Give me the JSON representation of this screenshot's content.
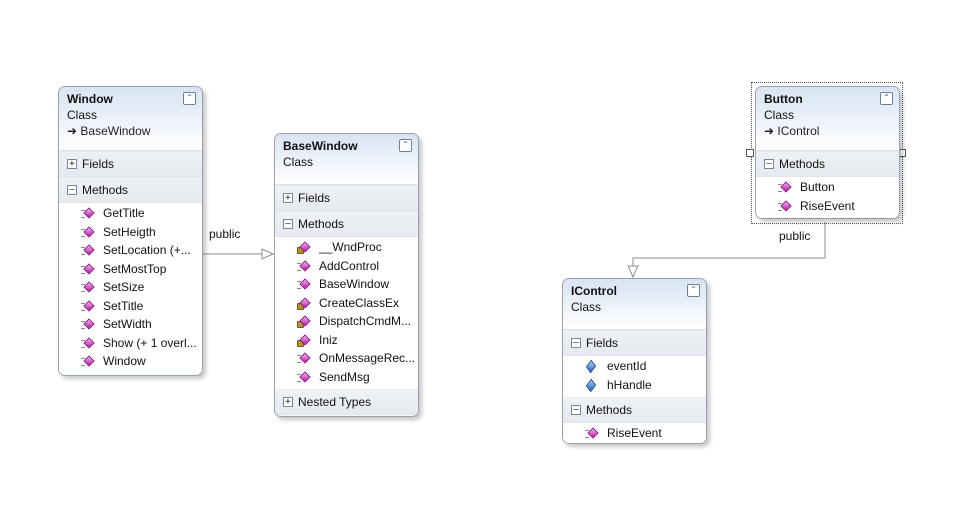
{
  "classes": {
    "window": {
      "name": "Window",
      "kind": "Class",
      "base": "BaseWindow",
      "sections": {
        "fields": "Fields",
        "methods": "Methods"
      },
      "methods": [
        "GetTitle",
        "SetHeigth",
        "SetLocation (+...",
        "SetMostTop",
        "SetSize",
        "SetTitle",
        "SetWidth",
        "Show (+ 1 overl...",
        "Window"
      ]
    },
    "basewindow": {
      "name": "BaseWindow",
      "kind": "Class",
      "sections": {
        "fields": "Fields",
        "methods": "Methods",
        "nested": "Nested Types"
      },
      "methods": [
        "__WndProc",
        "AddControl",
        "BaseWindow",
        "CreateClassEx",
        "DispatchCmdM...",
        "Iniz",
        "OnMessageRec...",
        "SendMsg"
      ]
    },
    "button": {
      "name": "Button",
      "kind": "Class",
      "base": "IControl",
      "sections": {
        "methods": "Methods"
      },
      "methods": [
        "Button",
        "RiseEvent"
      ]
    },
    "icontrol": {
      "name": "IControl",
      "kind": "Class",
      "sections": {
        "fields": "Fields",
        "methods": "Methods"
      },
      "fields": [
        "eventId",
        "hHandle"
      ],
      "methods": [
        "RiseEvent"
      ]
    }
  },
  "connectors": {
    "window_to_basewindow": "public",
    "button_to_icontrol": "public"
  }
}
